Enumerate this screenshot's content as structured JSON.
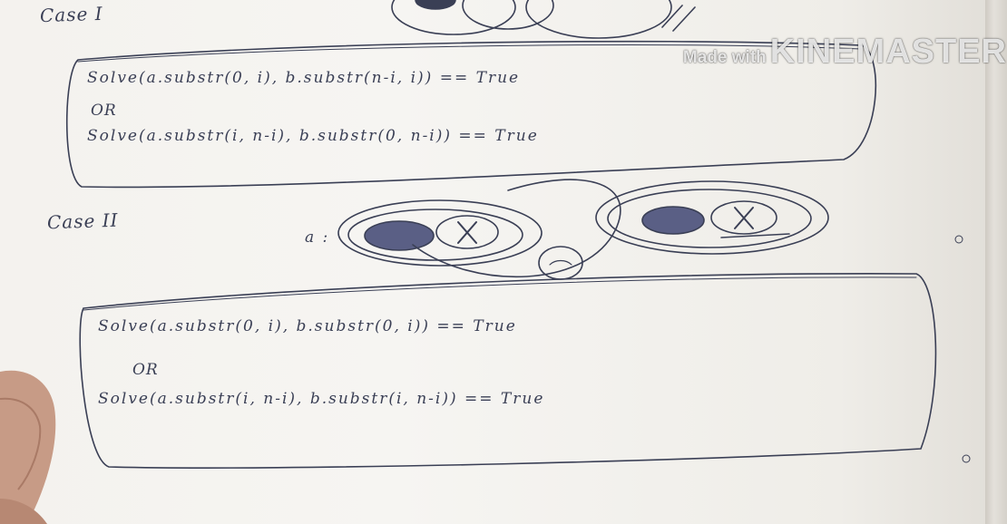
{
  "watermark": {
    "prefix": "Made with",
    "brand": "KINEMASTER"
  },
  "case1": {
    "label": "Case I",
    "line1": "Solve(a.substr(0, i), b.substr(n-i, i)) == True",
    "or": "OR",
    "line2": "Solve(a.substr(i, n-i), b.substr(0, n-i)) == True"
  },
  "case2": {
    "label": "Case II",
    "var_label": "a :",
    "line1": "Solve(a.substr(0, i), b.substr(0, i)) == True",
    "or": "OR",
    "line2": "Solve(a.substr(i, n-i), b.substr(i, n-i)) == True"
  },
  "colors": {
    "ink": "#3a3f55",
    "paper": "#f4f2ee"
  }
}
